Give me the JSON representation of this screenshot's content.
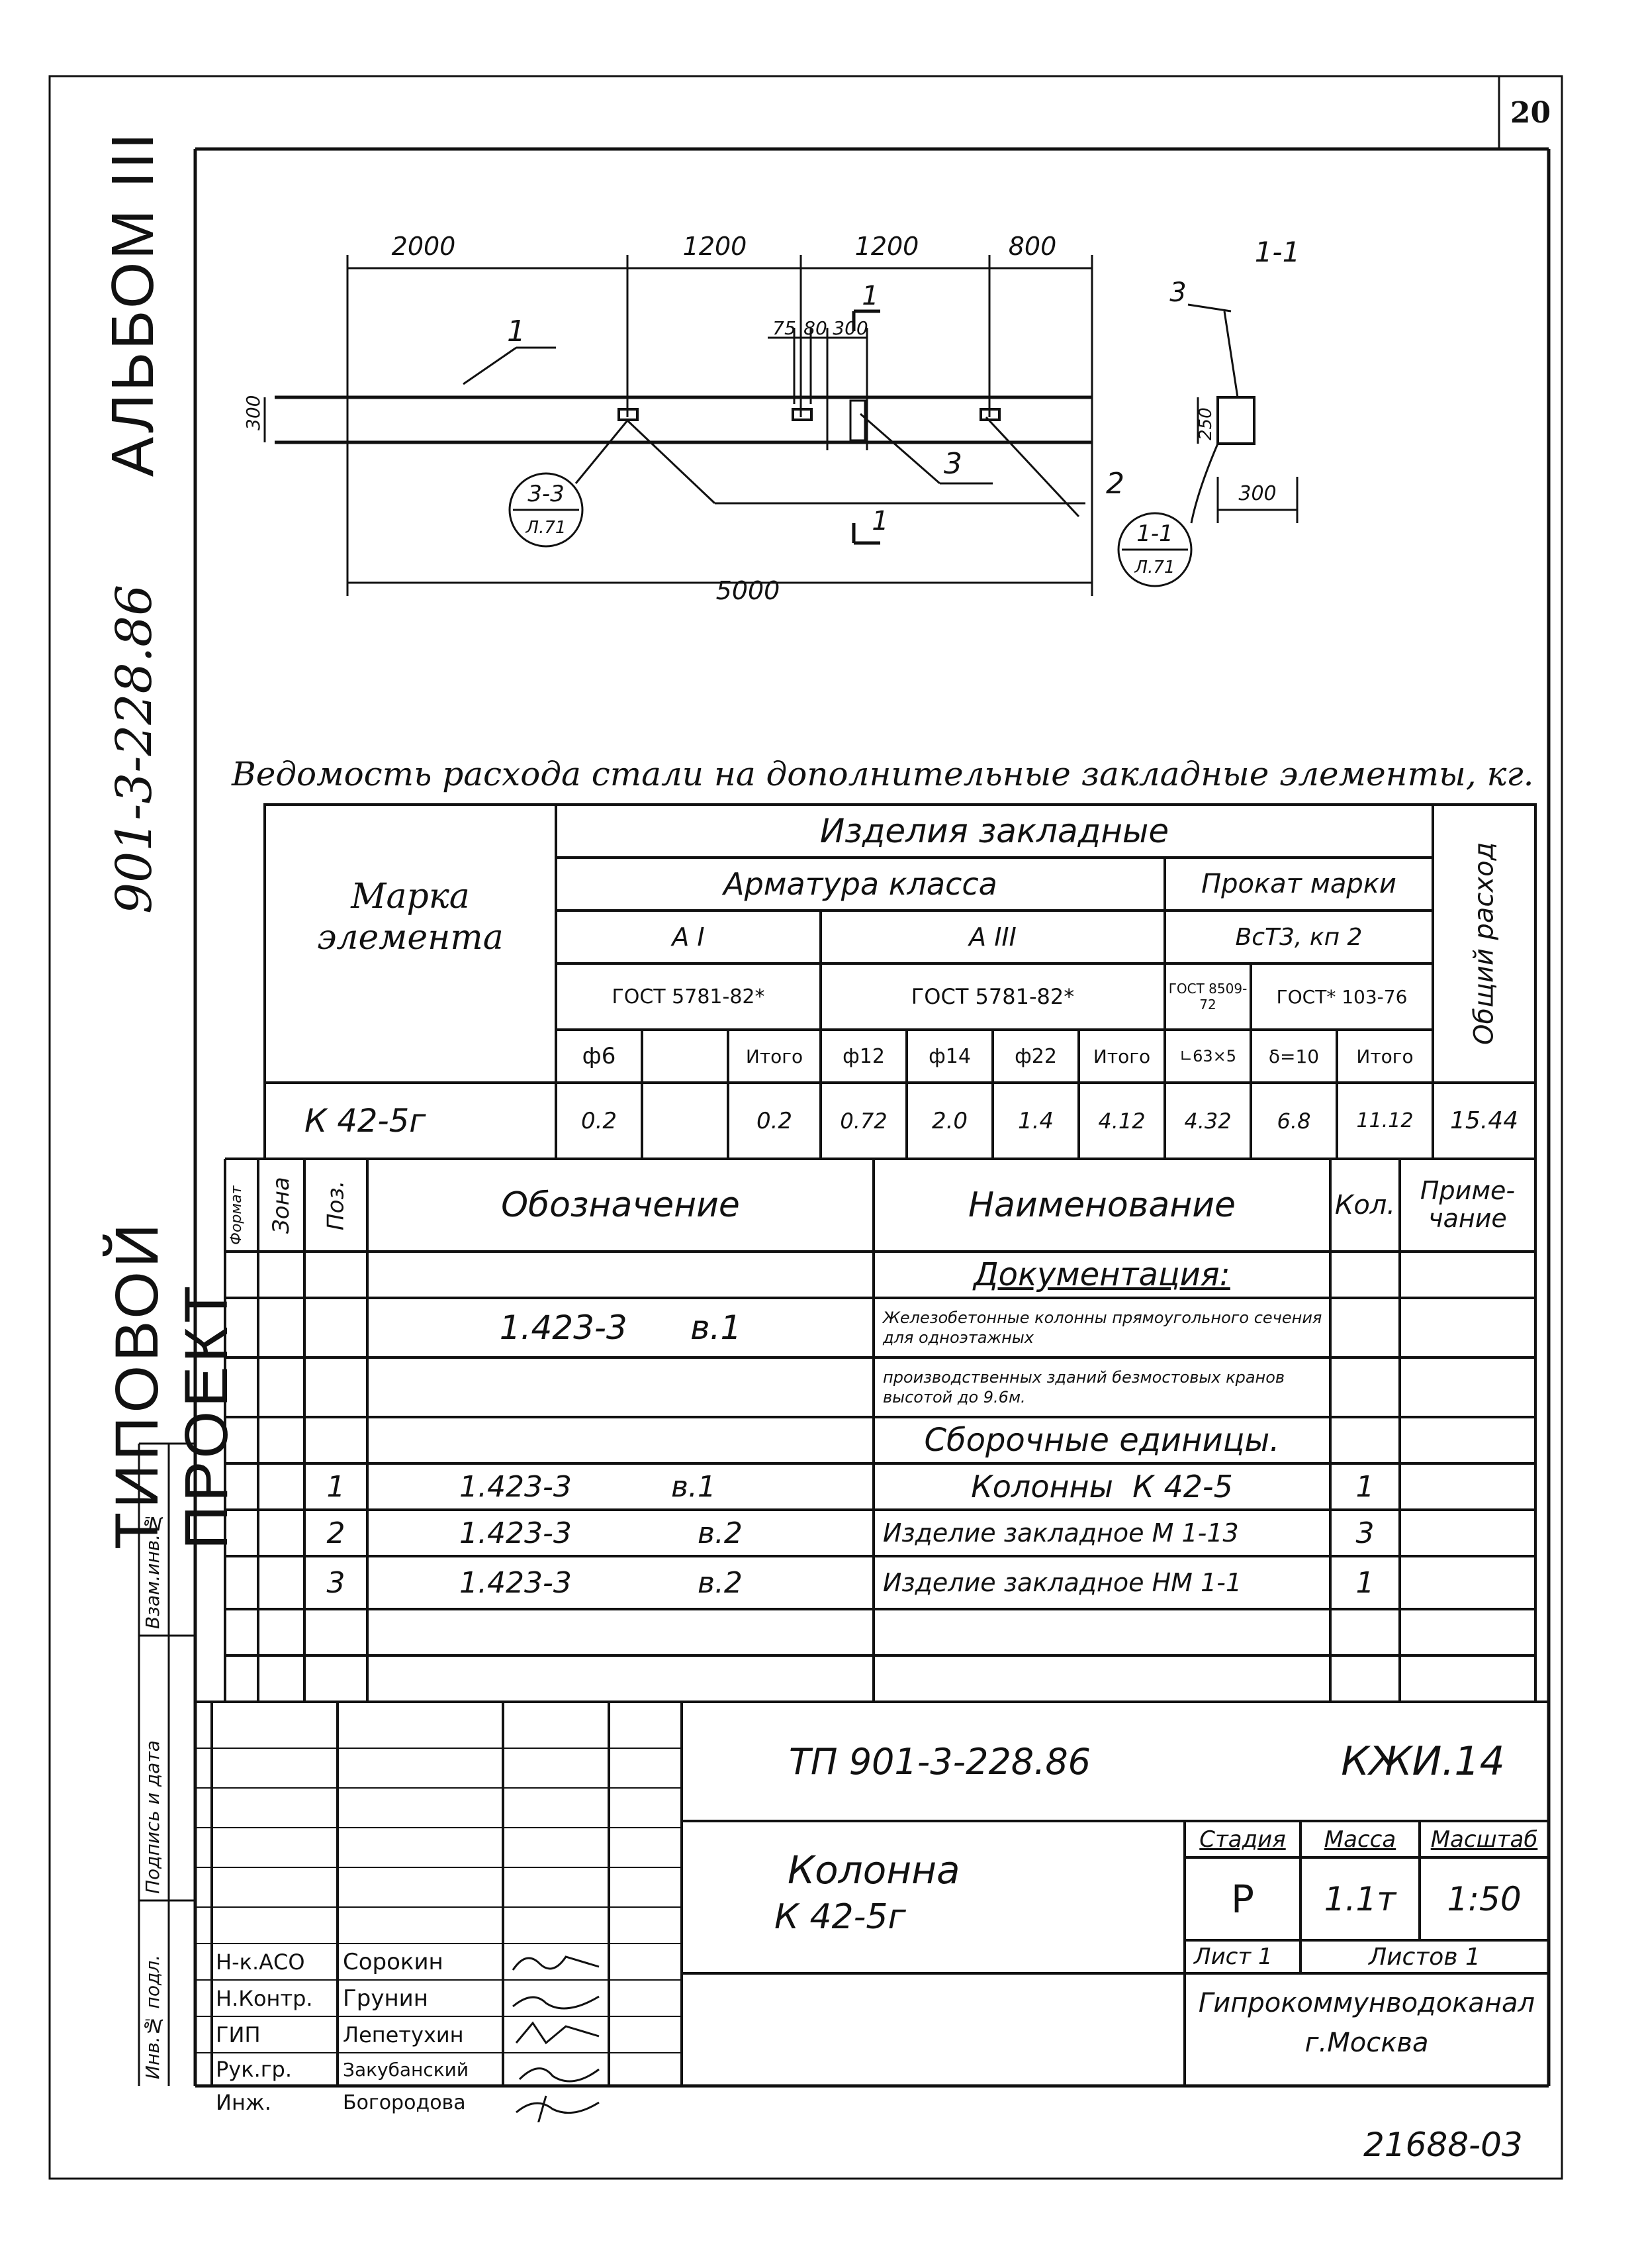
{
  "sheet_number": "20",
  "side": {
    "album": "АЛЬБОМ III",
    "project": "ТИПОВОЙ ПРОЕКТ",
    "project_code": "901-3-228.86",
    "stamp_labels": [
      "Взам.инв.№",
      "Подпись и дата",
      "Инв.№ подл."
    ]
  },
  "drawing": {
    "dims_top": [
      "2000",
      "1200",
      "1200",
      "800"
    ],
    "dims_small": [
      "75",
      "80",
      "300"
    ],
    "dim_left": "300",
    "dim_bottom": "5000",
    "leaders": [
      "1",
      "3",
      "2"
    ],
    "section_cut": "1",
    "callout_33": {
      "top": "3-3",
      "bottom": "Л.71"
    },
    "callout_11": {
      "top": "1-1",
      "bottom": "Л.71"
    },
    "section_title": "1-1",
    "section_leader": "3",
    "section_dims": [
      "250",
      "300"
    ]
  },
  "steel_table": {
    "title": "Ведомость расхода стали на дополнительные закладные элементы, кг.",
    "h_mark": "Марка элемента",
    "h_products": "Изделия закладные",
    "h_armature": "Арматура класса",
    "h_rolled": "Прокат марки",
    "h_total": "Общий расход",
    "h_ai": "А I",
    "h_aiii": "А III",
    "h_vst": "ВсТ3, кп 2",
    "h_gost_ai": "ГОСТ 5781-82*",
    "h_gost_aiii": "ГОСТ 5781-82*",
    "h_gost_l": "ГОСТ 8509-72",
    "h_gost_d": "ГОСТ* 103-76",
    "cols": [
      "ф6",
      "",
      "Итого",
      "ф12",
      "ф14",
      "ф22",
      "Итого",
      "∟63×5",
      "δ=10",
      "Итого"
    ],
    "row": {
      "mark": "К 42-5г",
      "values": [
        "0.2",
        "",
        "0.2",
        "0.72",
        "2.0",
        "1.4",
        "4.12",
        "4.32",
        "6.8",
        "11.12"
      ],
      "total": "15.44"
    }
  },
  "spec": {
    "h_format": "Формат",
    "h_zone": "Зона",
    "h_pos": "Поз.",
    "h_designation": "Обозначение",
    "h_name": "Наименование",
    "h_qty": "Кол.",
    "h_note": "Приме-чание",
    "sec_docs": "Документация:",
    "doc_designation": "1.423-3      в.1",
    "doc_name_1": "Железобетонные колонны прямоугольного сечения для одноэтажных",
    "doc_name_2": "производственных зданий безмостовых кранов высотой до 9.6м.",
    "sec_units": "Сборочные единицы.",
    "items": [
      {
        "pos": "1",
        "des": "1.423-3",
        "vol": "в.1",
        "name": "Колонны  К 42-5",
        "qty": "1"
      },
      {
        "pos": "2",
        "des": "1.423-3",
        "vol": "в.2",
        "name": "Изделие закладное М 1-13",
        "qty": "3"
      },
      {
        "pos": "3",
        "des": "1.423-3",
        "vol": "в.2",
        "name": "Изделие закладное НМ 1-1",
        "qty": "1"
      }
    ]
  },
  "title_block": {
    "code": "ТП 901-3-228.86",
    "sheet_code": "КЖИ.14",
    "item_name": "Колонна",
    "item_mark": "К 42-5г",
    "h_stage": "Стадия",
    "h_mass": "Масса",
    "h_scale": "Масштаб",
    "stage": "Р",
    "mass": "1.1т",
    "scale": "1:50",
    "sheet": "Лист 1",
    "sheets": "Листов 1",
    "org_1": "Гипрокоммунводоканал",
    "org_2": "г.Москва",
    "staff": [
      {
        "role": "Н-к.АСО",
        "name": "Сорокин"
      },
      {
        "role": "Н.Контр.",
        "name": "Грунин"
      },
      {
        "role": "ГИП",
        "name": "Лепетухин"
      },
      {
        "role": "Рук.гр.",
        "name": "Закубанский"
      },
      {
        "role": "Инж.",
        "name": "Богородова"
      }
    ]
  },
  "archive_number": "21688-03"
}
